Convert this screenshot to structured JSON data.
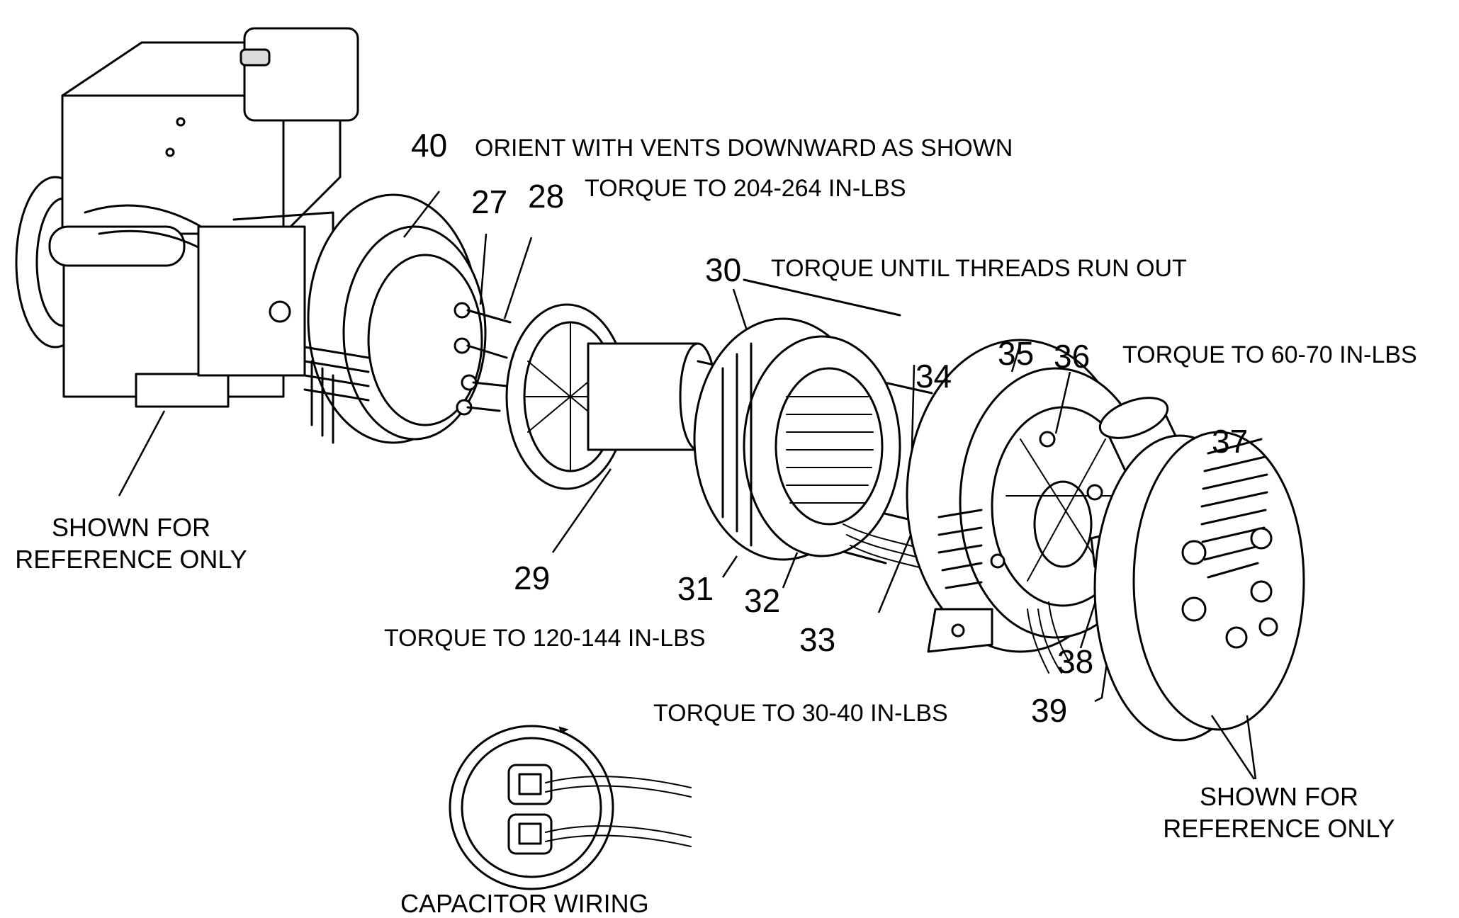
{
  "callouts": [
    {
      "id": "40",
      "text": "40"
    },
    {
      "id": "27",
      "text": "27"
    },
    {
      "id": "28",
      "text": "28"
    },
    {
      "id": "30",
      "text": "30"
    },
    {
      "id": "34",
      "text": "34"
    },
    {
      "id": "35",
      "text": "35"
    },
    {
      "id": "36",
      "text": "36"
    },
    {
      "id": "37",
      "text": "37"
    },
    {
      "id": "29",
      "text": "29"
    },
    {
      "id": "31",
      "text": "31"
    },
    {
      "id": "32",
      "text": "32"
    },
    {
      "id": "33",
      "text": "33"
    },
    {
      "id": "38",
      "text": "38"
    },
    {
      "id": "39",
      "text": "39"
    }
  ],
  "notes": {
    "orient": "ORIENT WITH VENTS DOWNWARD AS SHOWN",
    "torque_204": "TORQUE TO 204-264 IN-LBS",
    "torque_threads": "TORQUE UNTIL THREADS RUN OUT",
    "torque_60": "TORQUE TO 60-70 IN-LBS",
    "torque_120": "TORQUE TO 120-144 IN-LBS",
    "torque_30": "TORQUE TO 30-40 IN-LBS"
  },
  "reference": {
    "left": "SHOWN FOR\nREFERENCE ONLY",
    "right": "SHOWN FOR\nREFERENCE ONLY"
  },
  "capacitor_caption": "CAPACITOR WIRING"
}
